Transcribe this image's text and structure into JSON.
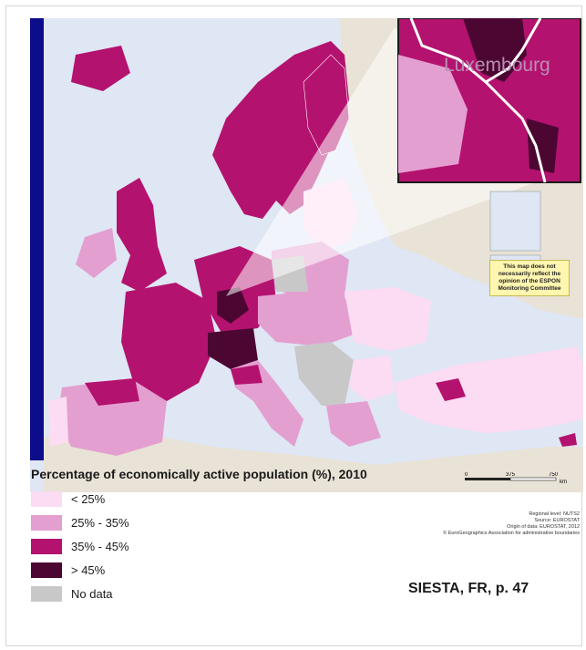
{
  "legend": {
    "title": "Percentage of economically active population (%), 2010",
    "items": [
      {
        "label": "< 25%",
        "color": "#fcdcf2"
      },
      {
        "label": "25% - 35%",
        "color": "#e49fd1"
      },
      {
        "label": "35% - 45%",
        "color": "#b4126f"
      },
      {
        "label": "> 45%",
        "color": "#4c0632"
      },
      {
        "label": "No data",
        "color": "#c8c8c8"
      }
    ]
  },
  "inset": {
    "label": "Luxembourg"
  },
  "note": {
    "text": "This map does not necessarily reflect the opinion of the ESPON Monitoring Committee"
  },
  "scale": {
    "ticks": [
      "0",
      "375",
      "750"
    ],
    "unit": "km"
  },
  "source": {
    "lines": [
      "Regional level: NUTS2",
      "Source: EUROSTAT",
      "Origin of data: EUROSTAT, 2012",
      "© EuroGeographics Association for administrative boundaries"
    ]
  },
  "citation": "SIESTA, FR, p. 47",
  "colors": {
    "sea": "#dfe6f4",
    "land_outside": "#e9e2d6",
    "border_bar": "#0d0d8c"
  }
}
